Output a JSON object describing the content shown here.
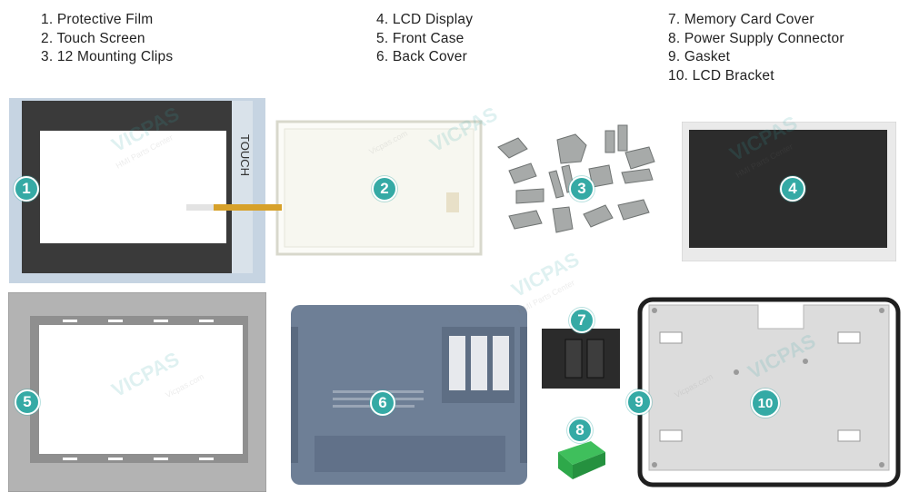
{
  "legend": {
    "column1": [
      "1. Protective Film",
      "2. Touch Screen",
      "3. 12 Mounting Clips"
    ],
    "column2": [
      "4. LCD Display",
      "5. Front Case",
      "6. Back Cover"
    ],
    "column3": [
      "7. Memory Card Cover",
      "8. Power Supply Connector",
      "9. Gasket",
      "10. LCD Bracket"
    ]
  },
  "badges": {
    "p1": "1",
    "p2": "2",
    "p3": "3",
    "p4": "4",
    "p5": "5",
    "p6": "6",
    "p7": "7",
    "p8": "8",
    "p9": "9",
    "p10": "10"
  },
  "film_text": "TOUCH",
  "watermark": {
    "brand": "VICPAS",
    "tagline": "HMI Parts Center",
    "site": "Vicpas.com"
  },
  "colors": {
    "badge": "#35aaa5",
    "film_frame": "#3a3a3a",
    "film_border": "#b9c9d9",
    "back_cover": "#6e7f96",
    "connector": "#2ea84a"
  }
}
